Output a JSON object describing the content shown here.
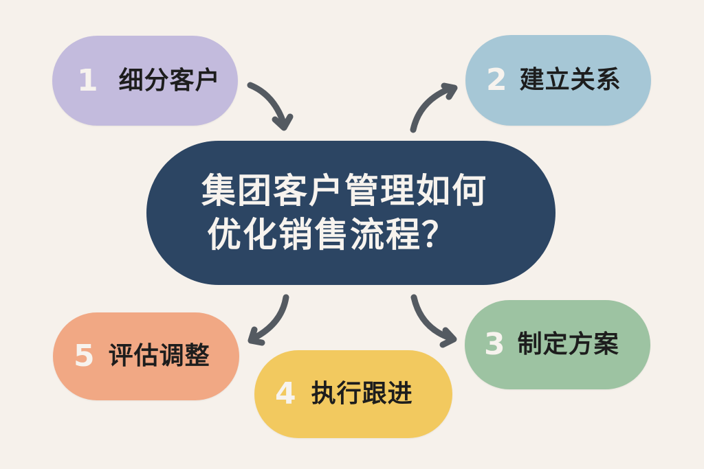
{
  "colors": {
    "background": "#f6f1eb",
    "center": "#2c4563",
    "arrow": "#545a61",
    "step1": "#c3bbdd",
    "step2": "#a6c7d6",
    "step3": "#9dc3a2",
    "step4": "#f2c95f",
    "step5": "#f1a884"
  },
  "center": {
    "line1": "集团客户管理如何",
    "line2": "优化销售流程？"
  },
  "steps": [
    {
      "number": "1",
      "label": "细分客户"
    },
    {
      "number": "2",
      "label": "建立关系"
    },
    {
      "number": "3",
      "label": "制定方案"
    },
    {
      "number": "4",
      "label": "执行跟进"
    },
    {
      "number": "5",
      "label": "评估调整"
    }
  ],
  "arrows": [
    {
      "from": "step-1",
      "to": "center",
      "icon": "curved-arrow-down-right"
    },
    {
      "from": "center",
      "to": "step-2",
      "icon": "curved-arrow-up-right"
    },
    {
      "from": "center",
      "to": "step-3",
      "icon": "curved-arrow-down-right"
    },
    {
      "from": "center",
      "to": "step-5",
      "icon": "curved-arrow-down-left"
    }
  ]
}
